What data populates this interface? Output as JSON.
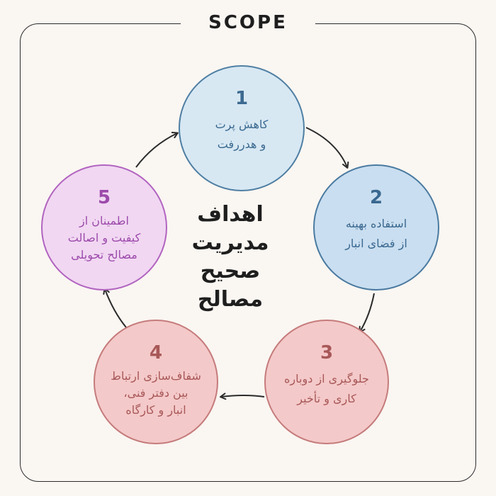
{
  "brand": "SCOPE",
  "title_lines": [
    "اهداف",
    "مدیریت صحیح",
    "مصالح"
  ],
  "items": [
    {
      "number": "1",
      "line1": "کاهش پرت",
      "line2": "و هدررفت"
    },
    {
      "number": "2",
      "line1": "استفاده بهینه",
      "line2": "از فضای انبار"
    },
    {
      "number": "3",
      "line1": "جلوگیری از دوباره",
      "line2": "کاری و تأخیر"
    },
    {
      "number": "4",
      "line1": "شفاف‌سازی ارتباط",
      "line2": "بین دفتر فنی،",
      "line3": "انبار و کارگاه"
    },
    {
      "number": "5",
      "line1": "اطمینان از",
      "line2": "کیفیت و اصالت",
      "line3": "مصالح تحویلی"
    }
  ],
  "colors": {
    "blue_border": "#4f7fa3",
    "red_border": "#c57b7b",
    "purple_border": "#b164c0"
  }
}
